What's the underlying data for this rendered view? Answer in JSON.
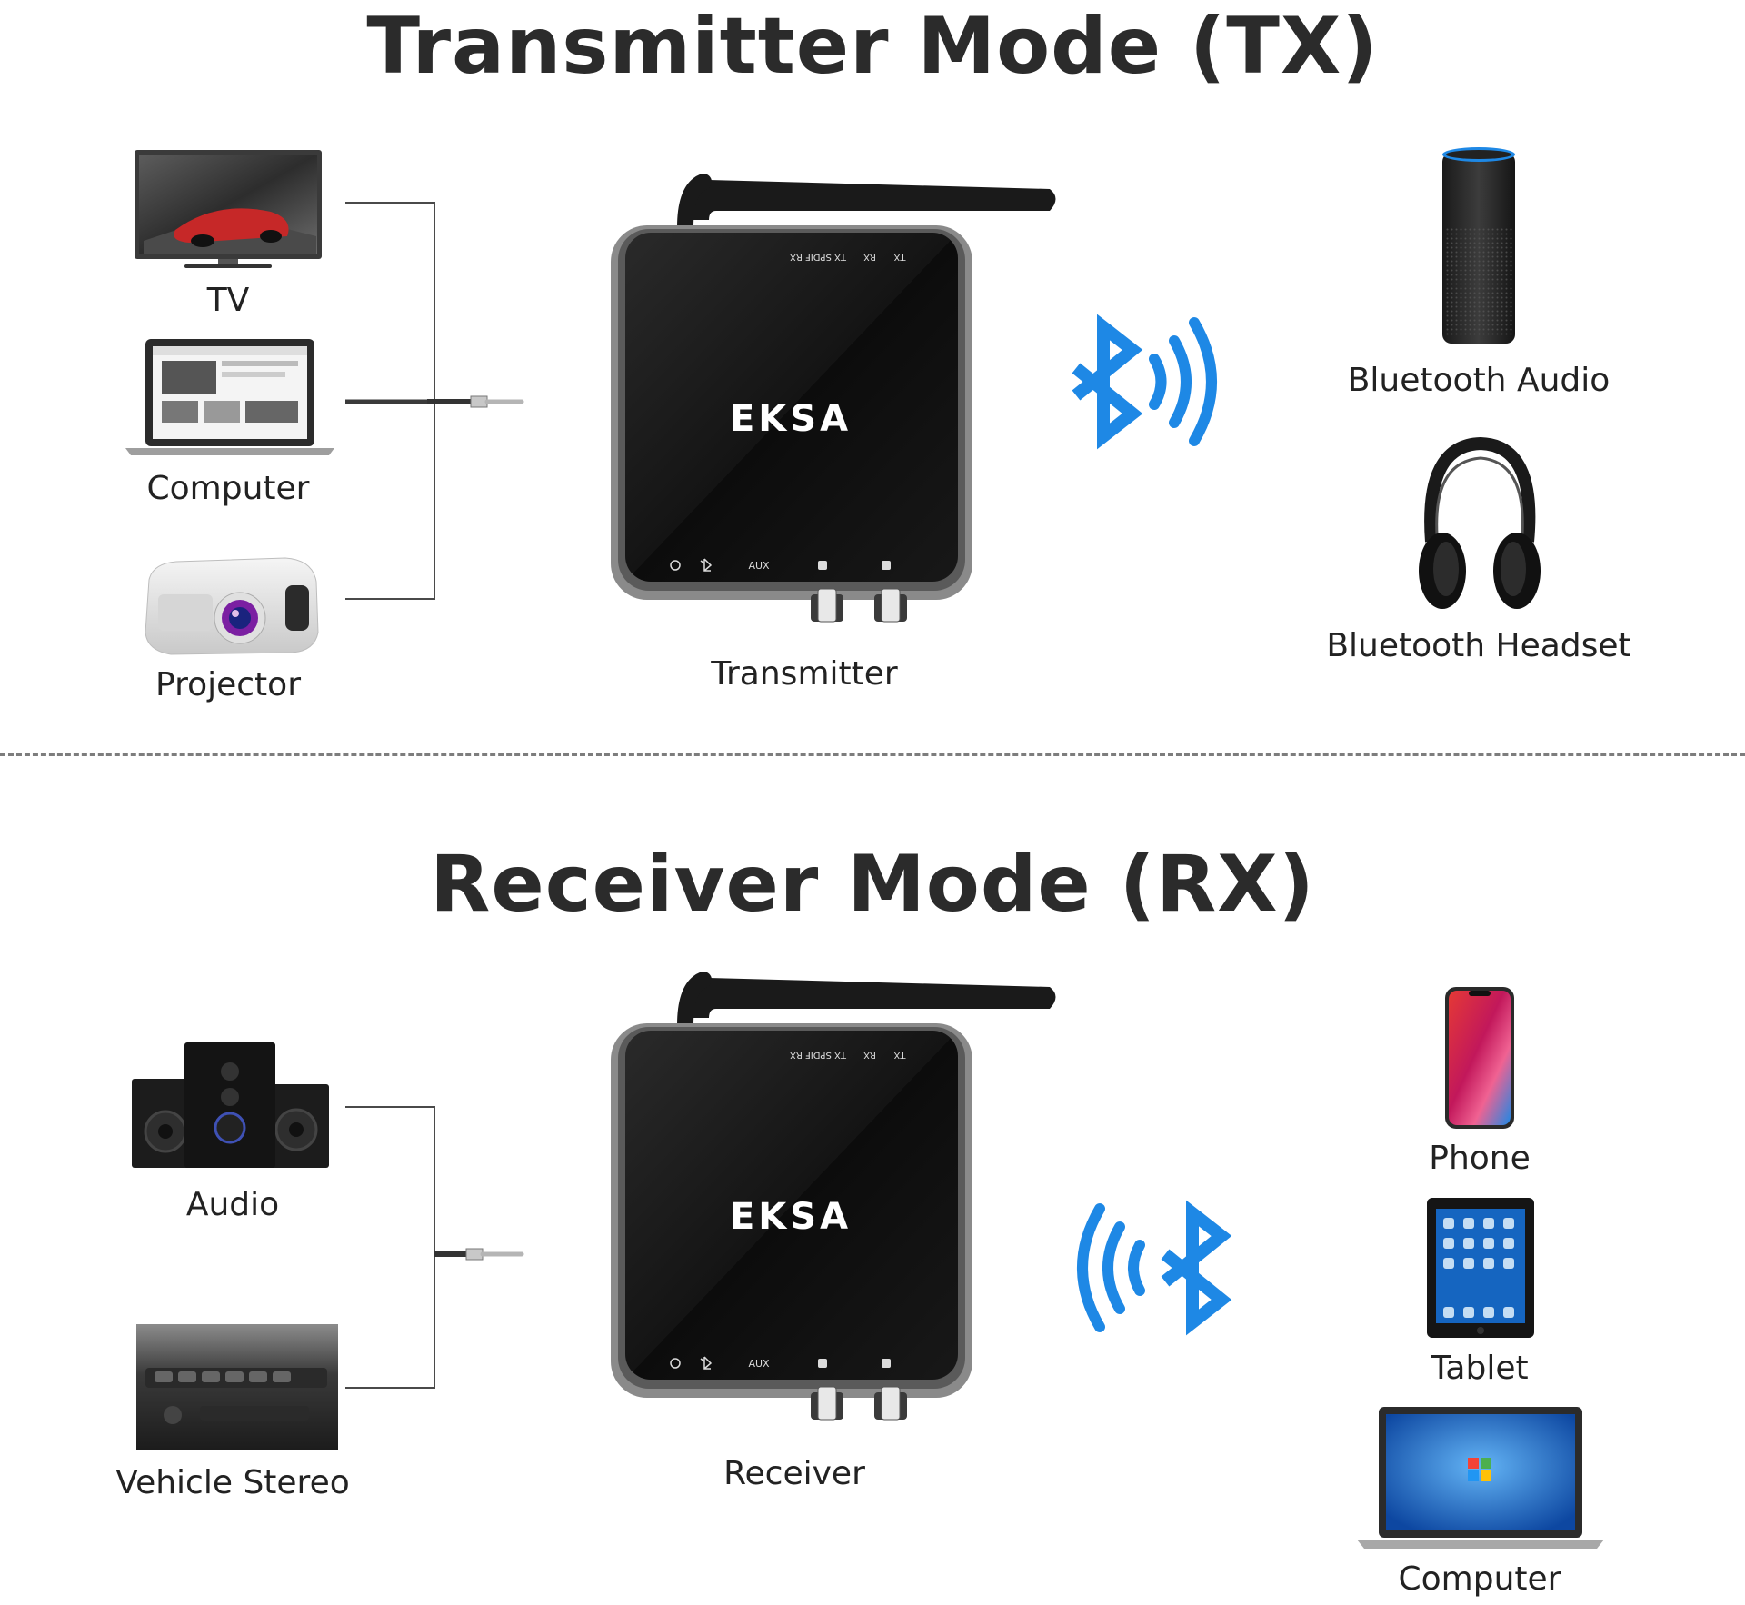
{
  "tx_section": {
    "title": "Transmitter Mode (TX)",
    "inputs": [
      {
        "label": "TV",
        "icon": "tv-icon"
      },
      {
        "label": "Computer",
        "icon": "laptop-icon"
      },
      {
        "label": "Projector",
        "icon": "projector-icon"
      }
    ],
    "device_label": "Transmitter",
    "outputs": [
      {
        "label": "Bluetooth Audio",
        "icon": "smart-speaker-icon"
      },
      {
        "label": "Bluetooth Headset",
        "icon": "headphones-icon"
      }
    ]
  },
  "rx_section": {
    "title": "Receiver Mode (RX)",
    "inputs": [
      {
        "label": "Audio",
        "icon": "speaker-system-icon"
      },
      {
        "label": "Vehicle Stereo",
        "icon": "car-stereo-icon"
      }
    ],
    "device_label": "Receiver",
    "outputs": [
      {
        "label": "Phone",
        "icon": "phone-icon"
      },
      {
        "label": "Tablet",
        "icon": "tablet-icon"
      },
      {
        "label": "Computer",
        "icon": "laptop-icon"
      }
    ]
  },
  "device": {
    "brand": "EKSA",
    "top_labels": [
      "TX SPDIF RX",
      "RX",
      "TX"
    ],
    "bottom_labels": [
      "AUX"
    ]
  },
  "colors": {
    "bluetooth_blue": "#1e88e5",
    "device_black": "#141414",
    "device_rim": "#8a8a8a",
    "line": "#4a4a4a"
  }
}
